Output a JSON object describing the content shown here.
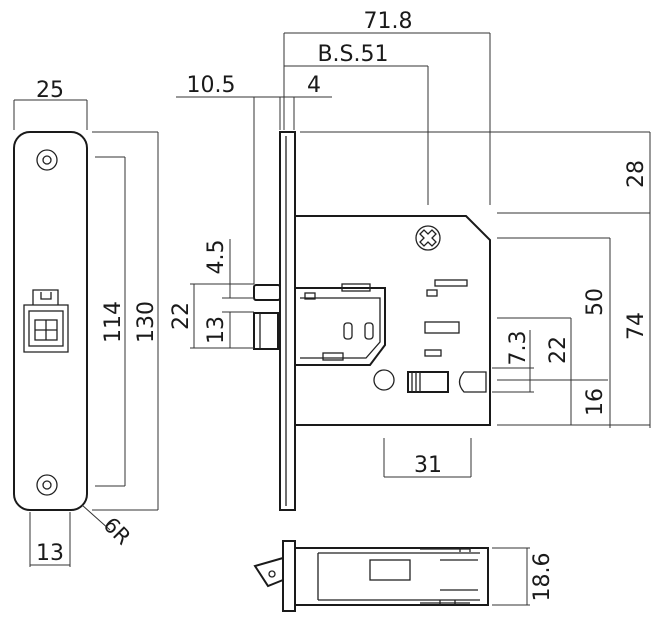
{
  "dimensions": {
    "faceplate_width": "25",
    "overall_depth": "71.8",
    "backset": "B.S.51",
    "faceplate_thickness": "10.5",
    "forend_offset": "4",
    "top_offset": "28",
    "latch_height": "4.5",
    "spindle_span": "22",
    "bolt_height": "13",
    "screw_center": "114",
    "plate_height": "130",
    "body_height_upper": "50",
    "body_height_total": "74",
    "hub_size": "7.3",
    "hub_offset": "22",
    "bottom_offset": "16",
    "hub_spacing": "31",
    "corner_radius": "6R",
    "strike_latch_width": "13",
    "case_depth": "18.6"
  },
  "colors": {
    "line": "#222222",
    "background": "#ffffff"
  }
}
